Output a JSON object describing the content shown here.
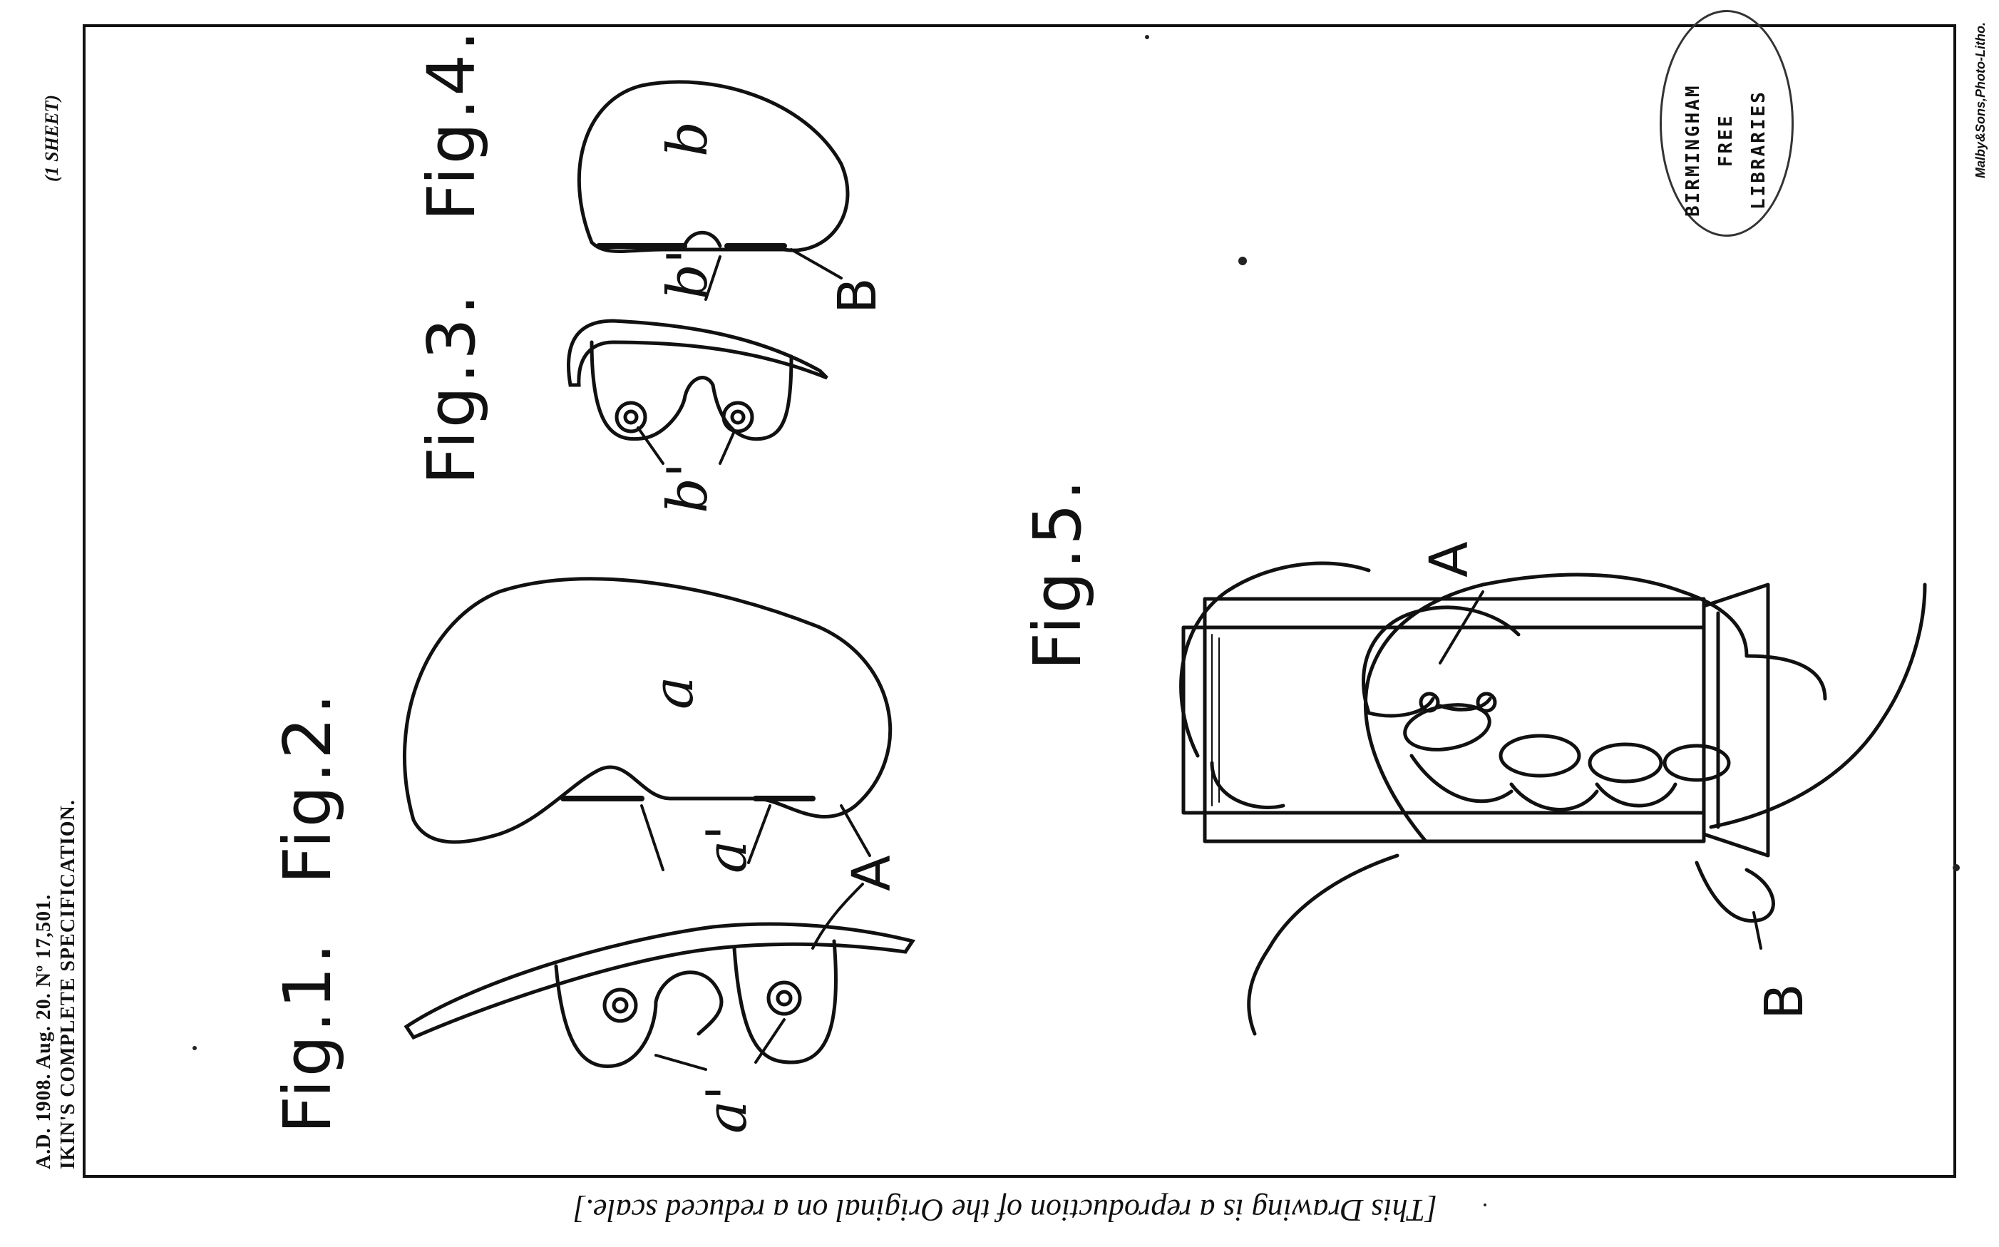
{
  "header": {
    "line1": "A.D. 1908. Aug. 20. Nº 17,501.",
    "line2": "IKIN'S COMPLETE SPECIFICATION."
  },
  "sheet_note": "(1 SHEET)",
  "figures": {
    "fig1": "Fig.1.",
    "fig2": "Fig.2.",
    "fig3": "Fig.3.",
    "fig4": "Fig.4.",
    "fig5": "Fig.5."
  },
  "parts": {
    "A": "A",
    "B": "B",
    "a": "a",
    "a_prime": "a'",
    "b": "b",
    "b_prime": "b'"
  },
  "stamp": {
    "line1": "BIRMINGHAM",
    "line2": "FREE",
    "line3": "LIBRARIES"
  },
  "bottom_caption": "[This Drawing is a reproduction of the Original on a reduced scale.]",
  "printer_note": "Malby&Sons,Photo-Litho.",
  "colors": {
    "ink": "#111111",
    "paper": "#ffffff"
  }
}
